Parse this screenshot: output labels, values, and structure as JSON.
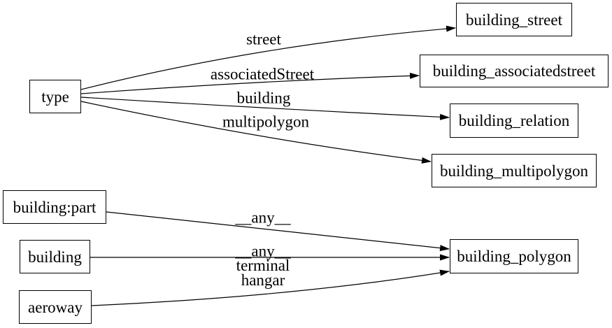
{
  "diagram": {
    "kind": "directed-graph",
    "background_color": "#ffffff",
    "stroke_color": "#000000",
    "text_color": "#000000",
    "nodes": [
      {
        "id": "type",
        "label": "type"
      },
      {
        "id": "building:part",
        "label": "building:part"
      },
      {
        "id": "building",
        "label": "building"
      },
      {
        "id": "aeroway",
        "label": "aeroway"
      },
      {
        "id": "building_street",
        "label": "building_street"
      },
      {
        "id": "building_associatedstreet",
        "label": "building_associatedstreet"
      },
      {
        "id": "building_relation",
        "label": "building_relation"
      },
      {
        "id": "building_multipolygon",
        "label": "building_multipolygon"
      },
      {
        "id": "building_polygon",
        "label": "building_polygon"
      }
    ],
    "edges": [
      {
        "from": "type",
        "to": "building_street",
        "label": "street"
      },
      {
        "from": "type",
        "to": "building_associatedstreet",
        "label": "associatedStreet"
      },
      {
        "from": "type",
        "to": "building_relation",
        "label": "building"
      },
      {
        "from": "type",
        "to": "building_multipolygon",
        "label": "multipolygon"
      },
      {
        "from": "building:part",
        "to": "building_polygon",
        "label": "__any__"
      },
      {
        "from": "building",
        "to": "building_polygon",
        "label": "__any__"
      },
      {
        "from": "aeroway",
        "to": "building_polygon",
        "labels": [
          "terminal",
          "hangar"
        ]
      }
    ]
  }
}
